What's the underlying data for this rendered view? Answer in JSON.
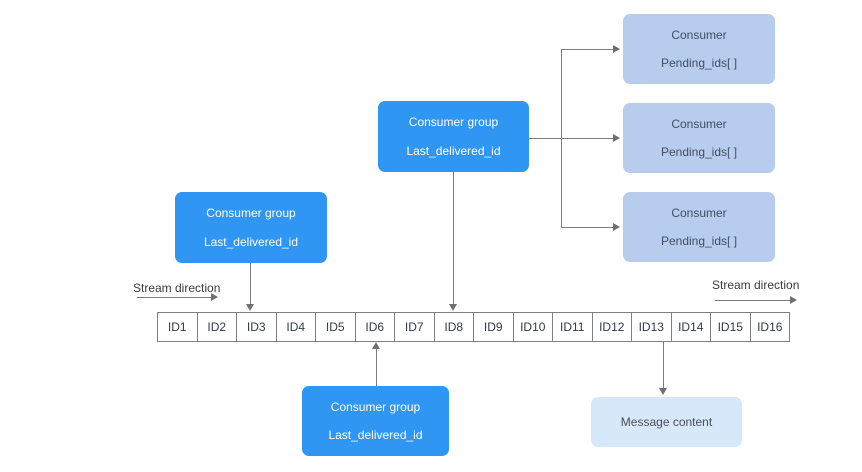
{
  "stream": {
    "left_direction_label": "Stream direction",
    "right_direction_label": "Stream direction",
    "cells": [
      "ID1",
      "ID2",
      "ID3",
      "ID4",
      "ID5",
      "ID6",
      "ID7",
      "ID8",
      "ID9",
      "ID10",
      "ID11",
      "ID12",
      "ID13",
      "ID14",
      "ID15",
      "ID16"
    ]
  },
  "consumer_group_left": {
    "title": "Consumer group",
    "subtitle": "Last_delivered_id"
  },
  "consumer_group_middle": {
    "title": "Consumer group",
    "subtitle": "Last_delivered_id"
  },
  "consumer_group_bottom": {
    "title": "Consumer group",
    "subtitle": "Last_delivered_id"
  },
  "consumers": [
    {
      "title": "Consumer",
      "subtitle": "Pending_ids[ ]"
    },
    {
      "title": "Consumer",
      "subtitle": "Pending_ids[ ]"
    },
    {
      "title": "Consumer",
      "subtitle": "Pending_ids[ ]"
    }
  ],
  "message_box": {
    "label": "Message content"
  },
  "colors": {
    "group_fill": "#2f96f3",
    "consumer_fill": "#b8cdee",
    "message_fill": "#d7e8fb",
    "line": "#7d7d7d"
  }
}
